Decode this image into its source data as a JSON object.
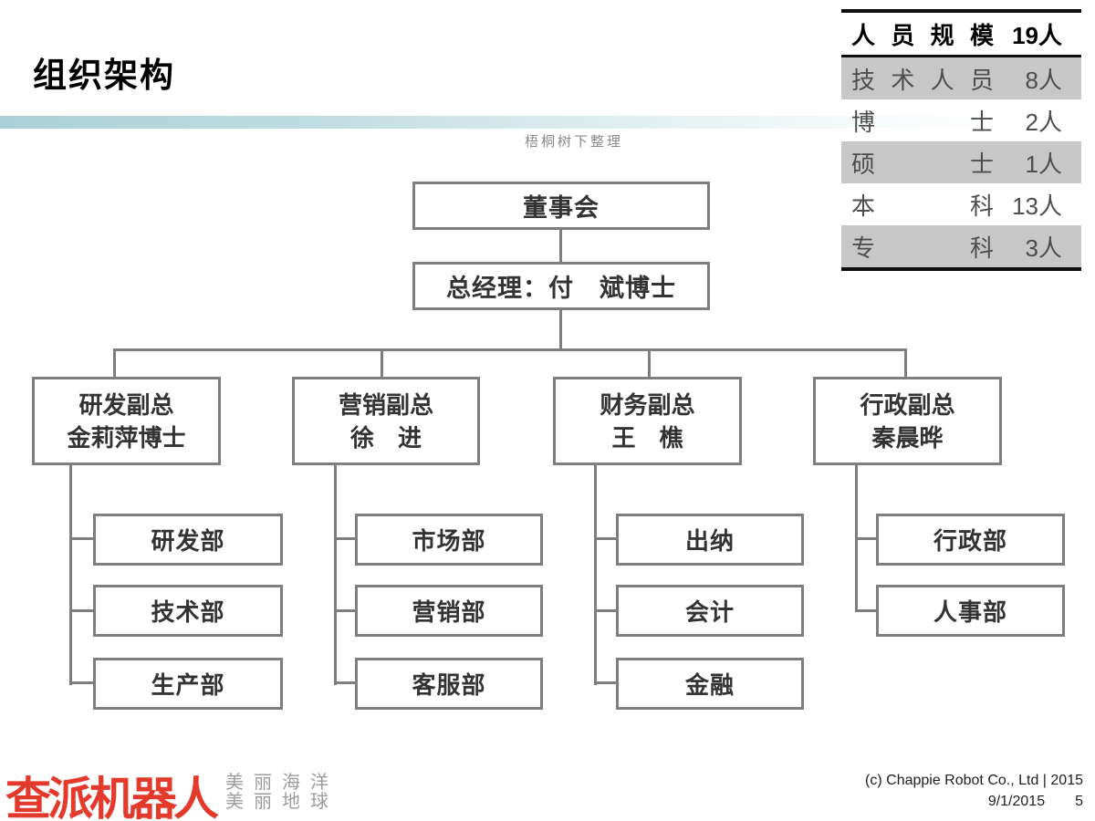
{
  "slide": {
    "title": "组织架构",
    "watermark": "梧桐树下整理"
  },
  "stats_table": {
    "header": {
      "label": "人员规模",
      "value": "19人"
    },
    "rows": [
      {
        "label": "技术人员",
        "value": "8人"
      },
      {
        "label": "博士",
        "value": "2人"
      },
      {
        "label": "硕士",
        "value": "1人"
      },
      {
        "label": "本科",
        "value": "13人"
      },
      {
        "label": "专科",
        "value": "3人"
      }
    ]
  },
  "org_chart": {
    "board": "董事会",
    "general_manager": "总经理：付　斌博士",
    "branches": [
      {
        "title": "研发副总",
        "name": "金莉萍博士",
        "departments": [
          "研发部",
          "技术部",
          "生产部"
        ]
      },
      {
        "title": "营销副总",
        "name": "徐　进",
        "departments": [
          "市场部",
          "营销部",
          "客服部"
        ]
      },
      {
        "title": "财务副总",
        "name": "王　樵",
        "departments": [
          "出纳",
          "会计",
          "金融"
        ]
      },
      {
        "title": "行政副总",
        "name": "秦晨晔",
        "departments": [
          "行政部",
          "人事部"
        ]
      }
    ]
  },
  "footer": {
    "logo_text": "查派机器人",
    "tagline_line1": "美丽海洋",
    "tagline_line2": "美丽地球",
    "copyright": "(c) Chappie Robot Co., Ltd | 2015",
    "date": "9/1/2015",
    "page_number": "5"
  },
  "colors": {
    "accent_teal": "#a9d1d7",
    "logo_red": "#e33a2c",
    "box_border_gray": "#7e7e7e",
    "table_shaded_row": "#c7c7c7"
  }
}
